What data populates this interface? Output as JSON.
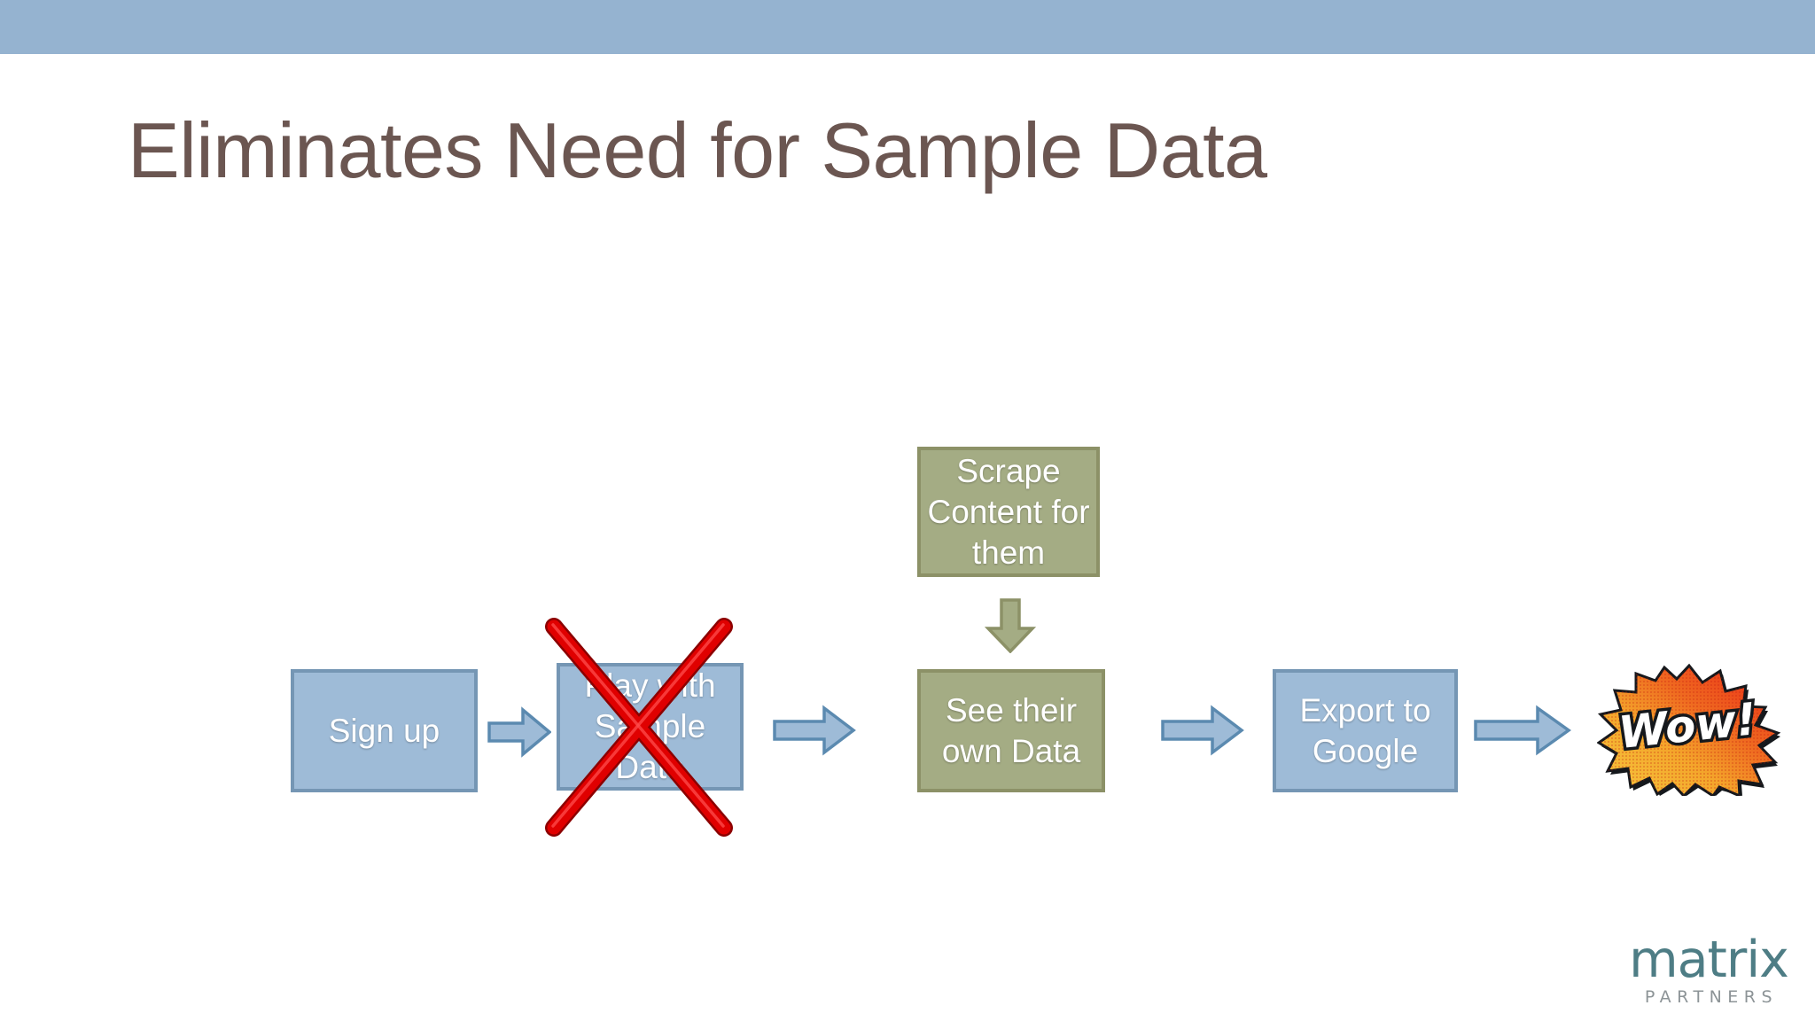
{
  "slide": {
    "title": "Eliminates Need for Sample Data",
    "banner_color": "#95b3d0",
    "title_color": "#6b5651",
    "background_color": "#ffffff"
  },
  "diagram": {
    "type": "flowchart",
    "nodes": [
      {
        "id": "sign-up",
        "label": "Sign up",
        "style": "blue",
        "fill": "#9ebbd7",
        "border": "#7596b4",
        "text_color": "#ffffff"
      },
      {
        "id": "play-sample",
        "label": "Play with Sample Data",
        "style": "blue",
        "fill": "#9ebbd7",
        "border": "#7596b4",
        "text_color": "#ffffff",
        "struck_out": true
      },
      {
        "id": "scrape-content",
        "label": "Scrape Content for them",
        "style": "olive",
        "fill": "#a4ac84",
        "border": "#8c9167",
        "text_color": "#ffffff"
      },
      {
        "id": "see-own-data",
        "label": "See their own Data",
        "style": "olive",
        "fill": "#a4ac84",
        "border": "#8c9167",
        "text_color": "#ffffff"
      },
      {
        "id": "export-google",
        "label": "Export to Google",
        "style": "blue",
        "fill": "#9ebbd7",
        "border": "#7596b4",
        "text_color": "#ffffff"
      }
    ],
    "connectors": [
      {
        "from": "sign-up",
        "to": "play-sample",
        "direction": "right",
        "fill": "#9ebbd7",
        "border": "#5b8ab0"
      },
      {
        "from": "play-sample",
        "to": "see-own-data",
        "direction": "right",
        "fill": "#9ebbd7",
        "border": "#5b8ab0"
      },
      {
        "from": "scrape-content",
        "to": "see-own-data",
        "direction": "down",
        "fill": "#a4ac84",
        "border": "#8c9167"
      },
      {
        "from": "see-own-data",
        "to": "export-google",
        "direction": "right",
        "fill": "#9ebbd7",
        "border": "#5b8ab0"
      },
      {
        "from": "export-google",
        "to": "wow-burst",
        "direction": "right",
        "fill": "#9ebbd7",
        "border": "#5b8ab0"
      }
    ],
    "annotations": [
      {
        "id": "red-cross",
        "target": "play-sample",
        "shape": "x-cross",
        "color": "#dd0000"
      }
    ],
    "burst": {
      "id": "wow-burst",
      "label": "Wow!",
      "text_color": "#ffffff",
      "fill_start": "#f7cf4a",
      "fill_end": "#ec2b1c",
      "outline": "#111111"
    }
  },
  "footer": {
    "logo_word": "matrix",
    "logo_sub": "PARTNERS",
    "logo_word_color": "#4e7d85",
    "logo_sub_color": "#8d9497"
  }
}
